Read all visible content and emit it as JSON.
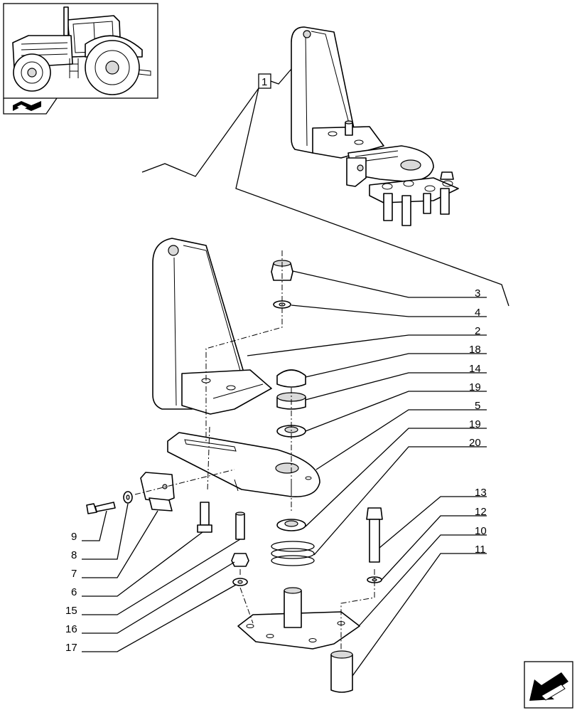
{
  "diagram": {
    "assembly_ref": "1",
    "callouts": [
      "3",
      "4",
      "2",
      "18",
      "14",
      "19",
      "5",
      "19",
      "20",
      "13",
      "12",
      "10",
      "11",
      "9",
      "8",
      "7",
      "6",
      "15",
      "16",
      "17"
    ]
  },
  "icons": {
    "thumbnail": "tractor-thumbnail-icon",
    "book": "open-book-icon",
    "nav": "arrow-navigation-icon"
  }
}
